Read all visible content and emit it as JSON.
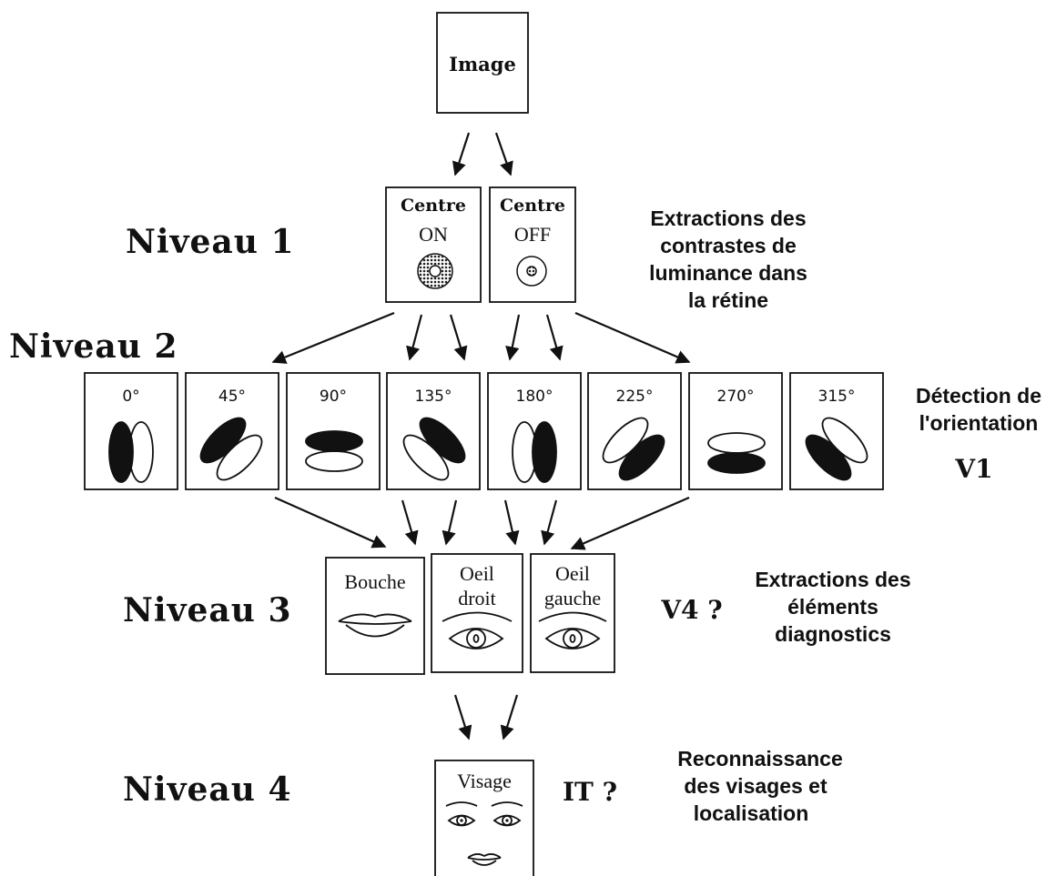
{
  "image_box": {
    "label": "Image"
  },
  "levels": [
    {
      "label": "Niveau 1"
    },
    {
      "label": "Niveau 2"
    },
    {
      "label": "Niveau 3"
    },
    {
      "label": "Niveau 4"
    }
  ],
  "level1_cells": [
    {
      "line1": "Centre",
      "line2": "ON"
    },
    {
      "line1": "Centre",
      "line2": "OFF"
    }
  ],
  "orientations": [
    {
      "label": "0°"
    },
    {
      "label": "45°"
    },
    {
      "label": "90°"
    },
    {
      "label": "135°"
    },
    {
      "label": "180°"
    },
    {
      "label": "225°"
    },
    {
      "label": "270°"
    },
    {
      "label": "315°"
    }
  ],
  "features": [
    {
      "line1": "Bouche",
      "line2": ""
    },
    {
      "line1": "Oeil",
      "line2": "droit"
    },
    {
      "line1": "Oeil",
      "line2": "gauche"
    }
  ],
  "face_box": {
    "label": "Visage"
  },
  "descriptions": {
    "level1": [
      "Extractions des",
      "contrastes de",
      "luminance dans",
      "la rétine"
    ],
    "level2": [
      "Détection de",
      "l'orientation"
    ],
    "level3": [
      "Extractions des",
      "éléments",
      "diagnostics"
    ],
    "level4": [
      "Reconnaissance",
      "des visages et",
      "localisation"
    ]
  },
  "areas": {
    "v1": "V1",
    "v4": "V4 ?",
    "it": "IT ?"
  }
}
